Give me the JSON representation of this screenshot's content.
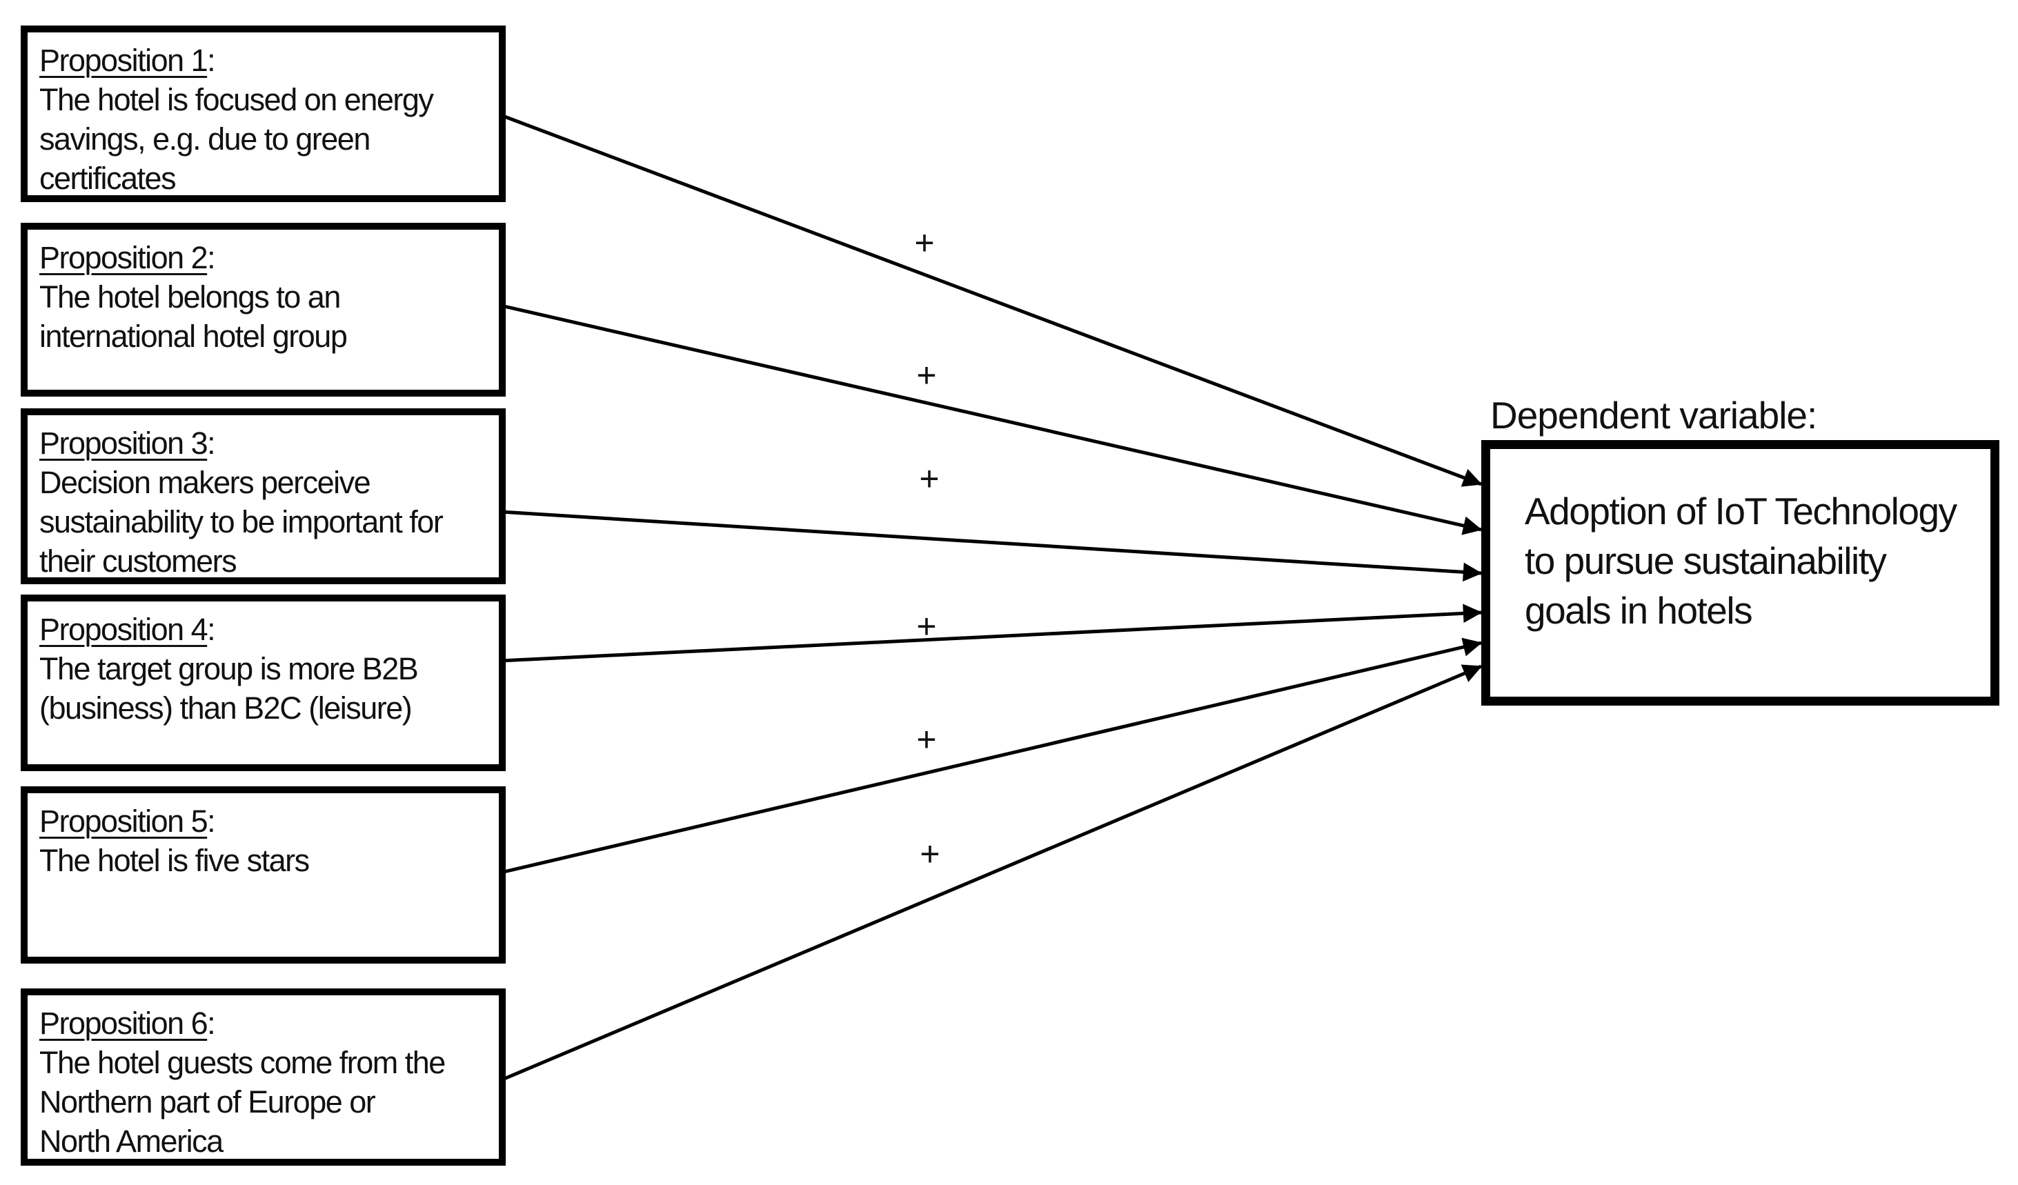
{
  "figure": {
    "background_color": "#ffffff",
    "text_color": "#111111",
    "border_color": "#000000"
  },
  "propositions": [
    {
      "title": "Proposition 1",
      "colon": ":",
      "body": "The hotel is focused on energy\nsavings, e.g. due to green\ncertificates"
    },
    {
      "title": "Proposition 2",
      "colon": ":",
      "body": "The hotel belongs to an\ninternational hotel group"
    },
    {
      "title": "Proposition 3",
      "colon": ":",
      "body": "Decision makers perceive\nsustainability to be important for\ntheir customers"
    },
    {
      "title": "Proposition 4",
      "colon": ":",
      "body": "The target group is more B2B\n(business) than B2C (leisure)"
    },
    {
      "title": "Proposition 5",
      "colon": ":",
      "body": "The hotel is five stars"
    },
    {
      "title": "Proposition 6",
      "colon": ":",
      "body": "The hotel guests come from the\nNorthern part of Europe or\nNorth America"
    }
  ],
  "arrows": {
    "signs": [
      "+",
      "+",
      "+",
      "+",
      "+",
      "+"
    ]
  },
  "dependent": {
    "label": "Dependent variable:",
    "body": "Adoption of IoT Technology\nto pursue sustainability\ngoals in hotels"
  }
}
